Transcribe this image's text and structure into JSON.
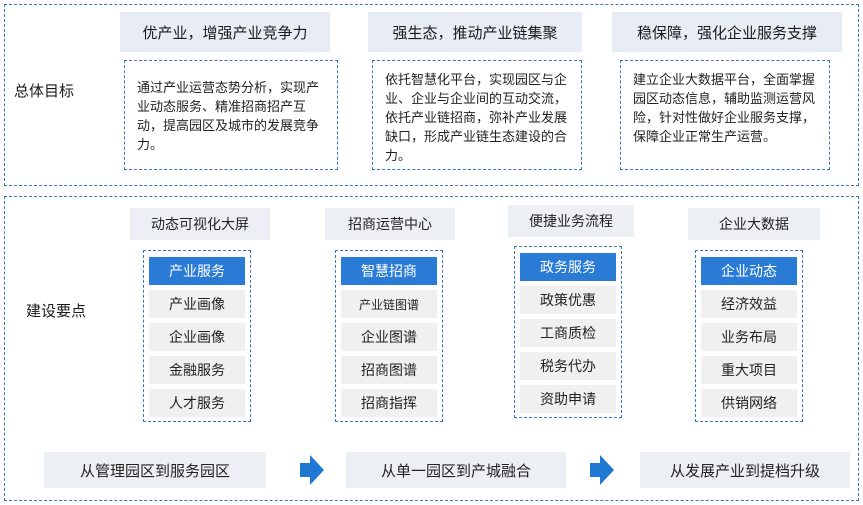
{
  "goals": {
    "label": "总体目标",
    "items": [
      {
        "title": "优产业，增强产业竞争力",
        "desc": "通过产业运营态势分析，实现产业动态服务、精准招商招产互动，提高园区及城市的发展竞争力。"
      },
      {
        "title": "强生态，推动产业链集聚",
        "desc": "依托智慧化平台，实现园区与企业、企业与企业间的互动交流，依托产业链招商，弥补产业发展缺口，形成产业链生态建设的合力。"
      },
      {
        "title": "稳保障，强化企业服务支撑",
        "desc": "建立企业大数据平台，全面掌握园区动态信息，辅助监测运营风险，针对性做好企业服务支撑，保障企业正常生产运营。"
      }
    ]
  },
  "construction": {
    "label": "建设要点",
    "columns": [
      {
        "title": "动态可视化大屏",
        "items": [
          "产业服务",
          "产业画像",
          "企业画像",
          "金融服务",
          "人才服务"
        ]
      },
      {
        "title": "招商运营中心",
        "items": [
          "智慧招商",
          "产业链图谱",
          "企业图谱",
          "招商图谱",
          "招商指挥"
        ]
      },
      {
        "title": "便捷业务流程",
        "items": [
          "政务服务",
          "政策优惠",
          "工商质检",
          "税务代办",
          "资助申请"
        ]
      },
      {
        "title": "企业大数据",
        "items": [
          "企业动态",
          "经济效益",
          "业务布局",
          "重大项目",
          "供销网络"
        ]
      }
    ]
  },
  "flow": [
    "从管理园区到服务园区",
    "从单一园区到产城融合",
    "从发展产业到提档升级"
  ],
  "colors": {
    "accent": "#2a7bd6",
    "border": "#3f74b5",
    "arrow": "#1f78d1"
  }
}
